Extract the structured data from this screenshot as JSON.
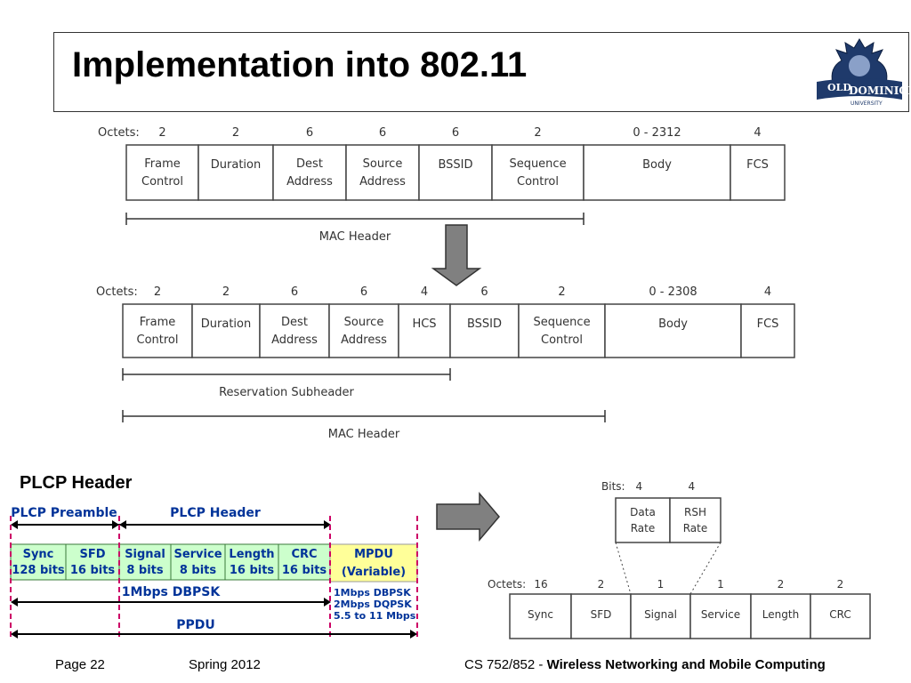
{
  "title": "Implementation into 802.11",
  "logo": {
    "line1": "OLD",
    "line2": "DOMINION",
    "line3": "UNIVERSITY"
  },
  "frame1": {
    "octets_label": "Octets:",
    "octets": [
      "2",
      "2",
      "6",
      "6",
      "6",
      "2",
      "0 - 2312",
      "4"
    ],
    "fields": [
      [
        "Frame",
        "Control"
      ],
      [
        "Duration"
      ],
      [
        "Dest",
        "Address"
      ],
      [
        "Source",
        "Address"
      ],
      [
        "BSSID"
      ],
      [
        "Sequence",
        "Control"
      ],
      [
        "Body"
      ],
      [
        "FCS"
      ]
    ],
    "span_label": "MAC Header"
  },
  "frame2": {
    "octets_label": "Octets:",
    "octets": [
      "2",
      "2",
      "6",
      "6",
      "4",
      "6",
      "2",
      "0 - 2308",
      "4"
    ],
    "fields": [
      [
        "Frame",
        "Control"
      ],
      [
        "Duration"
      ],
      [
        "Dest",
        "Address"
      ],
      [
        "Source",
        "Address"
      ],
      [
        "HCS"
      ],
      [
        "BSSID"
      ],
      [
        "Sequence",
        "Control"
      ],
      [
        "Body"
      ],
      [
        "FCS"
      ]
    ],
    "span1_label": "Reservation Subheader",
    "span2_label": "MAC Header"
  },
  "plcp": {
    "heading": "PLCP Header",
    "preamble_label": "PLCP Preamble",
    "header_label": "PLCP Header",
    "cells": [
      [
        "Sync",
        "128 bits"
      ],
      [
        "SFD",
        "16 bits"
      ],
      [
        "Signal",
        "8 bits"
      ],
      [
        "Service",
        "8 bits"
      ],
      [
        "Length",
        "16 bits"
      ],
      [
        "CRC",
        "16 bits"
      ]
    ],
    "mpdu": [
      "MPDU",
      "(Variable)"
    ],
    "rate_label": "1Mbps DBPSK",
    "mpdu_rates": [
      "1Mbps DBPSK",
      "2Mbps DQPSK",
      "5.5 to 11 Mbps"
    ],
    "ppdu_label": "PPDU"
  },
  "plcp2": {
    "bits_label": "Bits:",
    "bits": [
      "4",
      "4"
    ],
    "sub_fields": [
      [
        "Data",
        "Rate"
      ],
      [
        "RSH",
        "Rate"
      ]
    ],
    "octets_label": "Octets:",
    "octets": [
      "16",
      "2",
      "1",
      "1",
      "2",
      "2"
    ],
    "fields": [
      "Sync",
      "SFD",
      "Signal",
      "Service",
      "Length",
      "CRC"
    ]
  },
  "footer": {
    "page": "Page 22",
    "term": "Spring 2012",
    "course_prefix": "CS 752/852 - ",
    "course_name": "Wireless Networking and Mobile Computing"
  },
  "colors": {
    "green": "#ccffcc",
    "yellow": "#ffff99",
    "magenta": "#cc0066",
    "navy": "#003399",
    "arrow_gray": "#808080"
  }
}
